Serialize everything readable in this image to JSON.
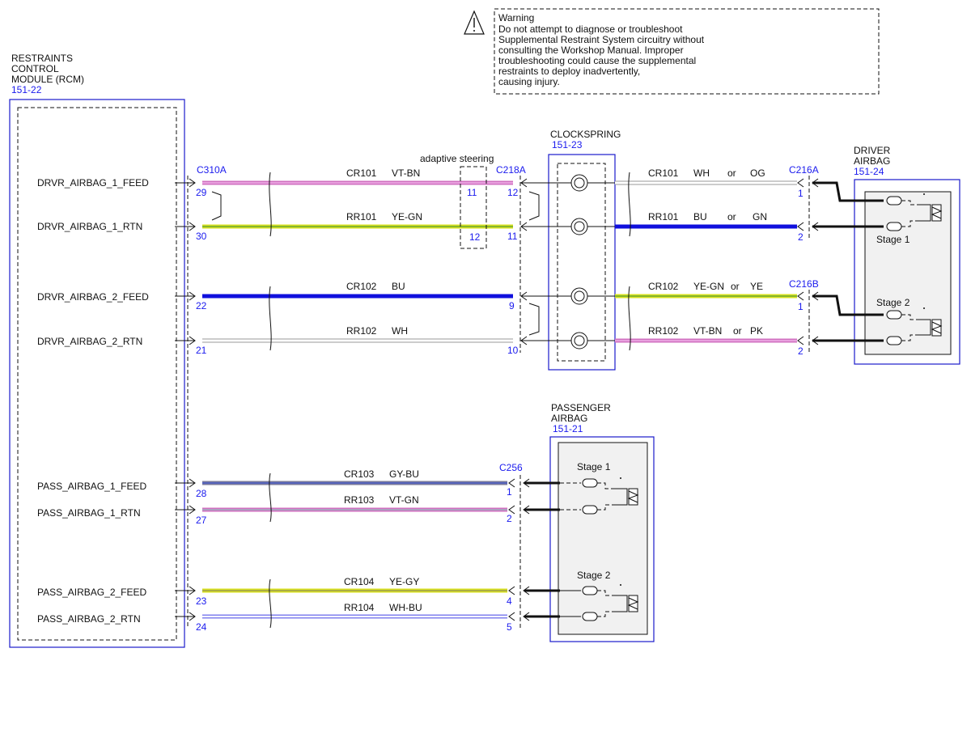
{
  "warning": {
    "icon": "warning-triangle-icon",
    "title": "Warning",
    "lines": [
      "Do not attempt to diagnose or troubleshoot",
      "Supplemental Restraint System circuitry without",
      "consulting the Workshop Manual. Improper",
      "troubleshooting could cause the supplemental",
      "restraints to deploy inadvertently,",
      "causing injury."
    ]
  },
  "rcm": {
    "title_lines": [
      "RESTRAINTS",
      "CONTROL",
      "MODULE (RCM)"
    ],
    "ref": "151-22",
    "signals": [
      "DRVR_AIRBAG_1_FEED",
      "DRVR_AIRBAG_1_RTN",
      "DRVR_AIRBAG_2_FEED",
      "DRVR_AIRBAG_2_RTN",
      "PASS_AIRBAG_1_FEED",
      "PASS_AIRBAG_1_RTN",
      "PASS_AIRBAG_2_FEED",
      "PASS_AIRBAG_2_RTN"
    ]
  },
  "connectors": {
    "c310a": "C310A",
    "c218a": "C218A",
    "c216a": "C216A",
    "c216b": "C216B",
    "c256": "C256"
  },
  "adaptive_steering": {
    "label": "adaptive steering",
    "pins": [
      "11",
      "12"
    ]
  },
  "clockspring": {
    "title": "CLOCKSPRING",
    "ref": "151-23"
  },
  "driver_airbag": {
    "title_lines": [
      "DRIVER",
      "AIRBAG"
    ],
    "ref": "151-24",
    "stages": [
      "Stage 1",
      "Stage 2"
    ]
  },
  "passenger_airbag": {
    "title_lines": [
      "PASSENGER",
      "AIRBAG"
    ],
    "ref": "151-21",
    "stages": [
      "Stage 1",
      "Stage 2"
    ]
  },
  "or_word": "or",
  "left_circuits": [
    {
      "pin": "29",
      "circuit": "CR101",
      "color": "VT-BN",
      "far_pin": "12",
      "wire": [
        "#d070c0",
        "#f0b0e8"
      ]
    },
    {
      "pin": "30",
      "circuit": "RR101",
      "color": "YE-GN",
      "far_pin": "11",
      "wire": [
        "#d8e020",
        "#8cc840"
      ]
    },
    {
      "pin": "22",
      "circuit": "CR102",
      "color": "BU",
      "far_pin": "9",
      "wire": [
        "#1010dd",
        "#1010dd"
      ]
    },
    {
      "pin": "21",
      "circuit": "RR102",
      "color": "WH",
      "far_pin": "10",
      "wire": [
        "#999999",
        "#ffffff"
      ]
    }
  ],
  "right_circuits": [
    {
      "circuit": "CR101",
      "color1": "WH",
      "color2": "OG",
      "pin": "1",
      "wire": [
        "#999999",
        "#ffffff"
      ]
    },
    {
      "circuit": "RR101",
      "color1": "BU",
      "color2": "GN",
      "pin": "2",
      "wire": [
        "#1010dd",
        "#1010dd"
      ]
    },
    {
      "circuit": "CR102",
      "color1": "YE-GN",
      "color2": "YE",
      "pin": "1",
      "wire": [
        "#d8e020",
        "#8cc840"
      ]
    },
    {
      "circuit": "RR102",
      "color1": "VT-BN",
      "color2": "PK",
      "pin": "2",
      "wire": [
        "#d070c0",
        "#f0b0e8"
      ]
    }
  ],
  "pass_circuits": [
    {
      "pin": "28",
      "circuit": "CR103",
      "color": "GY-BU",
      "far_pin": "1",
      "wire": [
        "#7a7a9a",
        "#4a5cc8"
      ]
    },
    {
      "pin": "27",
      "circuit": "RR103",
      "color": "VT-GN",
      "far_pin": "2",
      "wire": [
        "#d070c0",
        "#a0b0c0"
      ]
    },
    {
      "pin": "23",
      "circuit": "CR104",
      "color": "YE-GY",
      "far_pin": "4",
      "wire": [
        "#d8e020",
        "#b0b060"
      ]
    },
    {
      "pin": "24",
      "circuit": "RR104",
      "color": "WH-BU",
      "far_pin": "5",
      "wire": [
        "#8080ee",
        "#ffffff"
      ]
    }
  ]
}
